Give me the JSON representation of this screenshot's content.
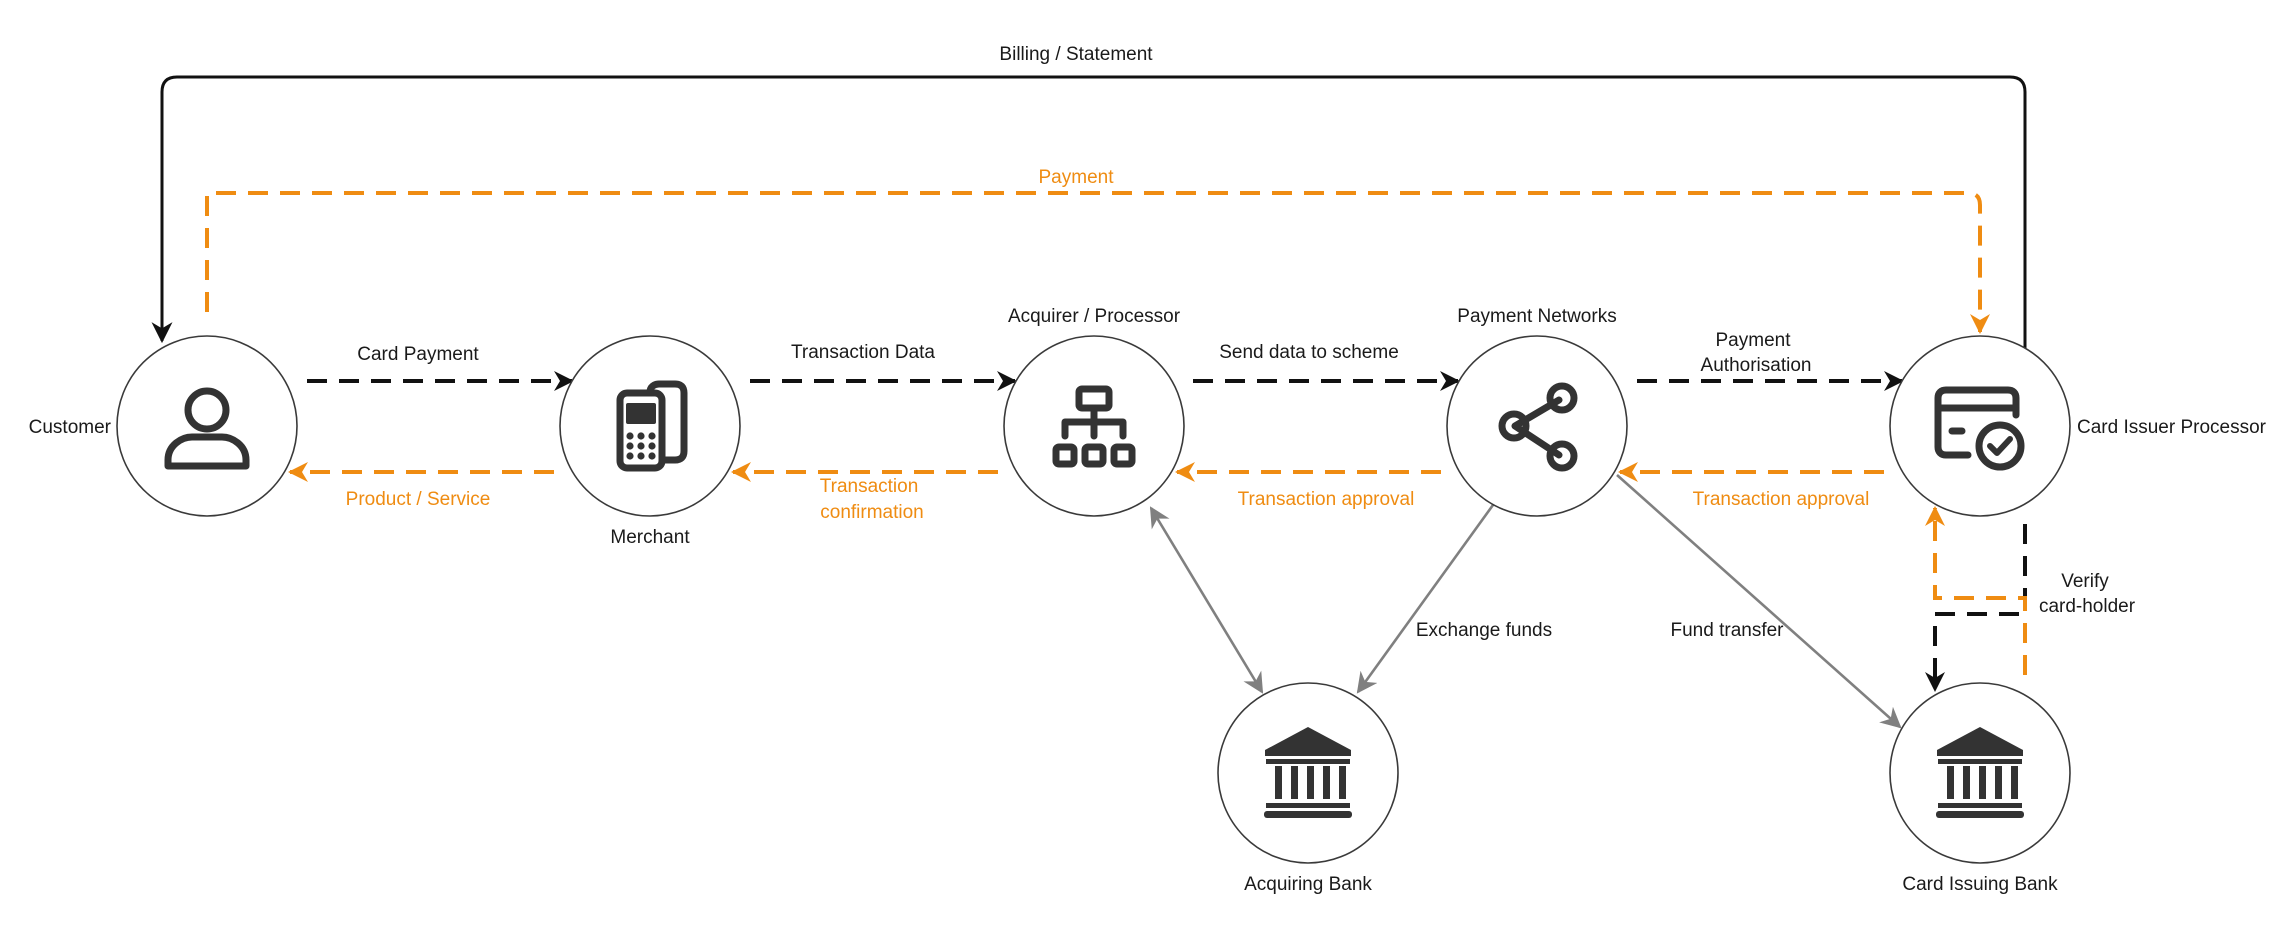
{
  "colors": {
    "black": "#111111",
    "orange": "#ef8c12",
    "gray": "#808080",
    "node_stroke": "#3a3a3a",
    "icon": "#333333"
  },
  "nodes": {
    "customer": {
      "label": "Customer",
      "icon": "person-icon"
    },
    "merchant": {
      "label": "Merchant",
      "icon": "card-terminal-icon"
    },
    "acquirer": {
      "label": "Acquirer / Processor",
      "icon": "hierarchy-icon"
    },
    "networks": {
      "label": "Payment Networks",
      "icon": "share-icon"
    },
    "issuer_processor": {
      "label": "Card Issuer Processor",
      "icon": "card-check-icon"
    },
    "acquiring_bank": {
      "label": "Acquiring Bank",
      "icon": "bank-icon"
    },
    "issuing_bank": {
      "label": "Card Issuing Bank",
      "icon": "bank-icon"
    }
  },
  "edges": {
    "billing": "Billing / Statement",
    "payment": "Payment",
    "card_payment": "Card Payment",
    "product_service": "Product / Service",
    "transaction_data": "Transaction Data",
    "transaction_confirmation": [
      "Transaction",
      "confirmation"
    ],
    "send_data": "Send data to scheme",
    "approval_acquirer": "Transaction approval",
    "payment_authorisation": [
      "Payment",
      "Authorisation"
    ],
    "approval_networks": "Transaction approval",
    "exchange_funds": "Exchange funds",
    "fund_transfer": "Fund transfer",
    "verify": [
      "Verify",
      "card-holder"
    ]
  }
}
